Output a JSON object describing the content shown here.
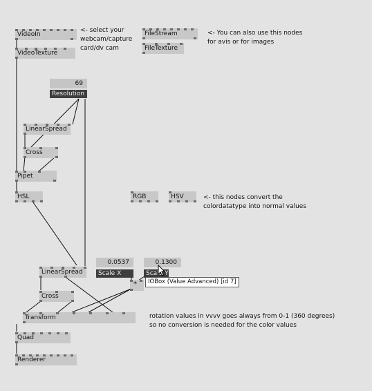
{
  "nodes": {
    "videoin": "VideoIn",
    "videotexture": "VideoTexture",
    "filestream": "FileStream",
    "filetexture": "FileTexture",
    "linearspread1": "LinearSpread",
    "cross1": "Cross",
    "pipet": "Pipet",
    "hsl": "HSL",
    "rgb": "RGB",
    "hsv": "HSV",
    "linearspread2": "LinearSpread",
    "cross2": "Cross",
    "multiply": "*",
    "transform": "Transform",
    "quad": "Quad",
    "renderer": "Renderer"
  },
  "ioboxes": {
    "resolution": {
      "value": "69",
      "label": "Resolution"
    },
    "scale_x": {
      "value": "0.0537",
      "label": "Scale X"
    },
    "scale_y": {
      "value": "0.1300",
      "label": "Scale Y"
    }
  },
  "tooltip": "IOBox (Value Advanced) [id 7]",
  "comments": {
    "webcam": "<- select your\nwebcam/capture\ncard/dv cam",
    "avis": "<- You can also use this nodes\nfor avis or for images",
    "colors": "<- this nodes convert the\ncolordatatype into normal values",
    "rotation": "rotation values in vvvv goes always from 0-1 (360 degrees)\nso no conversion is needed for the color values"
  }
}
